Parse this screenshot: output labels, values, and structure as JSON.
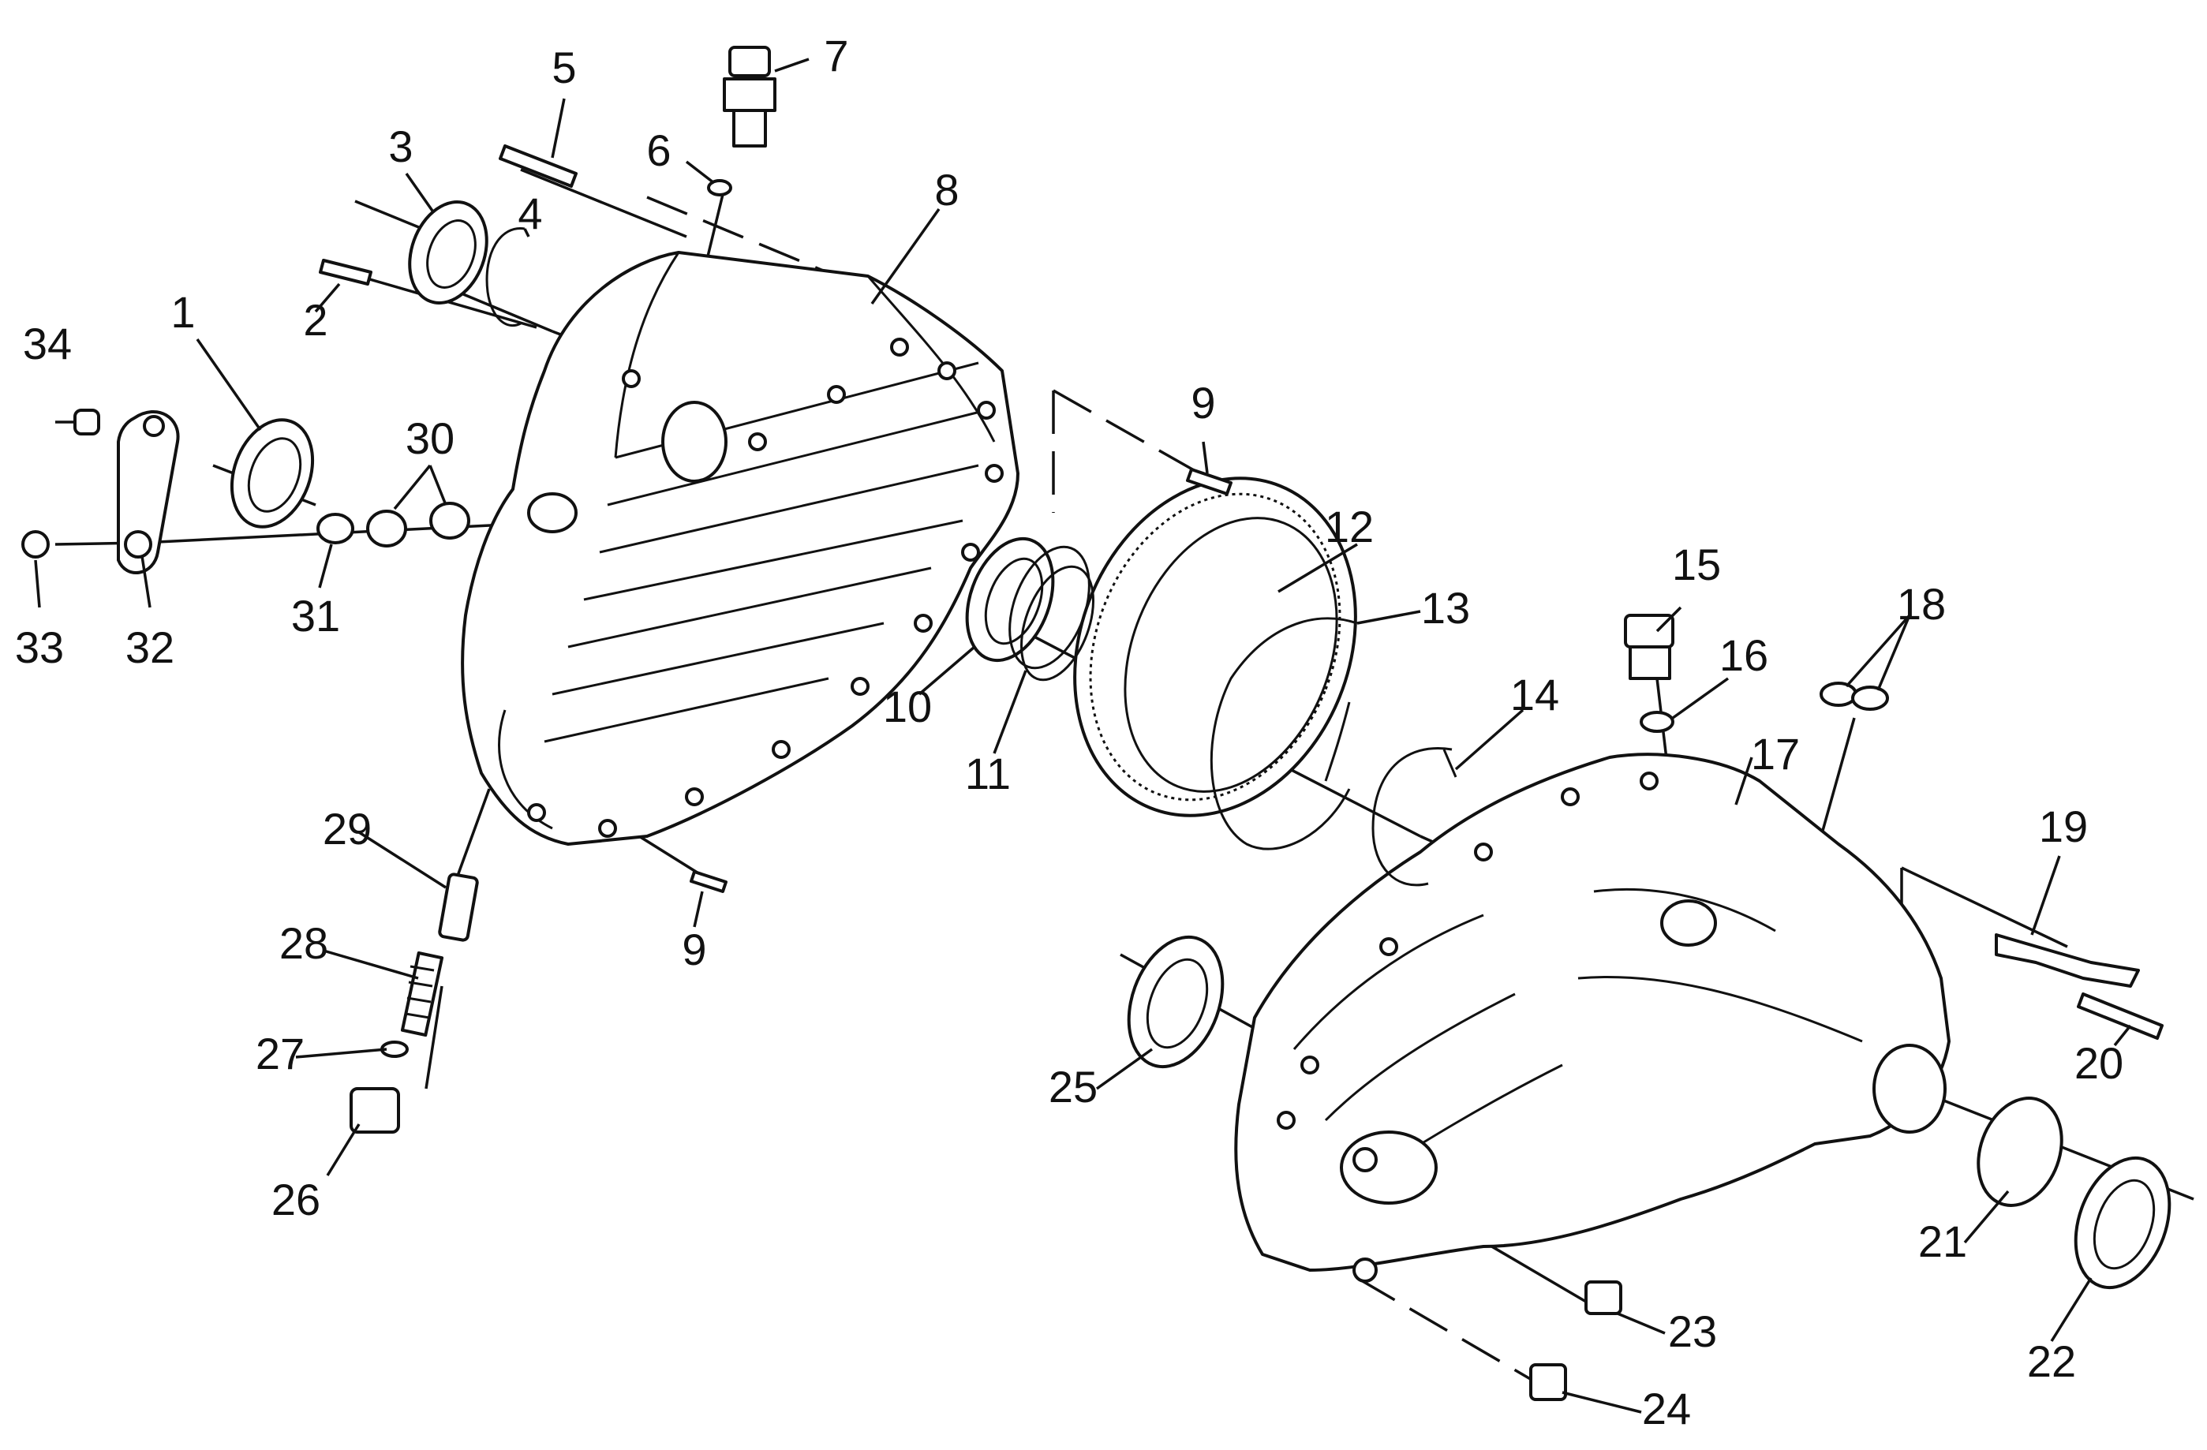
{
  "diagram": {
    "callouts": [
      "1",
      "2",
      "3",
      "4",
      "5",
      "6",
      "7",
      "8",
      "9",
      "9",
      "10",
      "11",
      "12",
      "13",
      "14",
      "15",
      "16",
      "17",
      "18",
      "19",
      "20",
      "21",
      "22",
      "23",
      "24",
      "25",
      "26",
      "27",
      "28",
      "29",
      "30",
      "31",
      "32",
      "33",
      "34"
    ]
  },
  "parts": {
    "front_case": "front-case",
    "rear_case": "rear-case",
    "ring_gear": "ring-gear",
    "seal": "seal",
    "bearing": "bearing",
    "snap_ring": "snap-ring",
    "sensor": "sensor",
    "plug": "plug",
    "bracket": "bracket"
  }
}
